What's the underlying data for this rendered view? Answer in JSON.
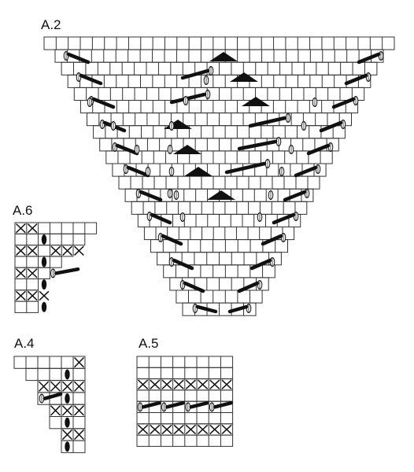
{
  "labels": {
    "a2": "A.2",
    "a6": "A.6",
    "a4": "A.4",
    "a5": "A.5"
  },
  "colors": {
    "grid_line": "#333333",
    "ink": "#111111",
    "background": "#ffffff"
  },
  "legend_symbols": {
    "cross": "x-in-square",
    "dot": "vertical-oval",
    "cable": "oval-with-slanted-bar",
    "triangle": "filled-triangle"
  }
}
